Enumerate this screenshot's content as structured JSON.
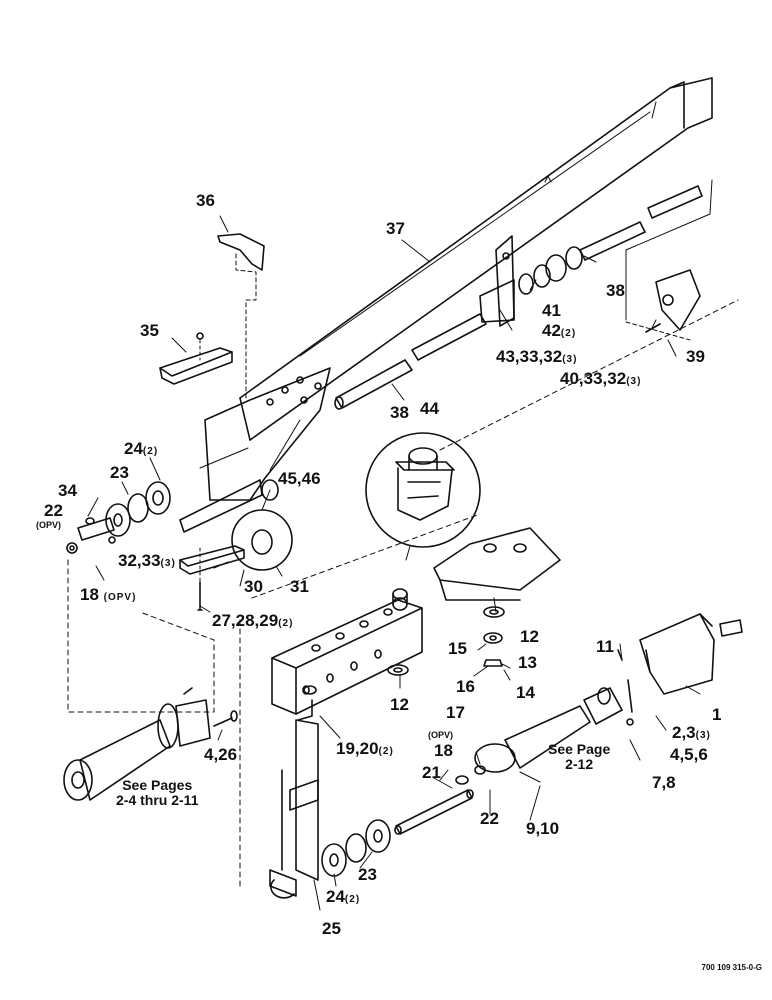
{
  "callouts": {
    "c36": "36",
    "c37": "37",
    "c35": "35",
    "c24a": "24",
    "c24a_q": "(2)",
    "c23a": "23",
    "c34": "34",
    "c22a": "22",
    "c22a_opv": "(OPV)",
    "c32_33": "32,33",
    "c32_33_q": "(3)",
    "c18a": "18",
    "c18a_opv": "(OPV)",
    "c30": "30",
    "c31": "31",
    "c27": "27,28,29",
    "c27_q": "(2)",
    "c45": "45,46",
    "c44": "44",
    "c38a": "38",
    "c38b": "38",
    "c41": "41",
    "c42": "42",
    "c42_q": "(2)",
    "c43": "43,33,32",
    "c43_q": "(3)",
    "c40": "40,33,32",
    "c40_q": "(3)",
    "c39": "39",
    "c12a": "12",
    "c15": "15",
    "c13": "13",
    "c16": "16",
    "c14": "14",
    "c12b": "12",
    "c11": "11",
    "c1": "1",
    "c2_3": "2,3",
    "c2_3_q": "(3)",
    "c4_5_6": "4,5,6",
    "c7_8": "7,8",
    "c4_26": "4,26",
    "c19": "19,20",
    "c19_q": "(2)",
    "c17": "17",
    "c18b": "18",
    "c18b_opv": "(OPV)",
    "c21": "21",
    "c22b": "22",
    "c9": "9,10",
    "c23b": "23",
    "c24b": "24",
    "c24b_q": "(2)",
    "c25": "25"
  },
  "notes": {
    "see_pages": "See Pages",
    "see_pages_range": "2-4 thru 2-11",
    "see_page": "See Page",
    "see_page_num": "2-12"
  },
  "document_number": "700 109 315-0-G",
  "line_color": "#111111"
}
